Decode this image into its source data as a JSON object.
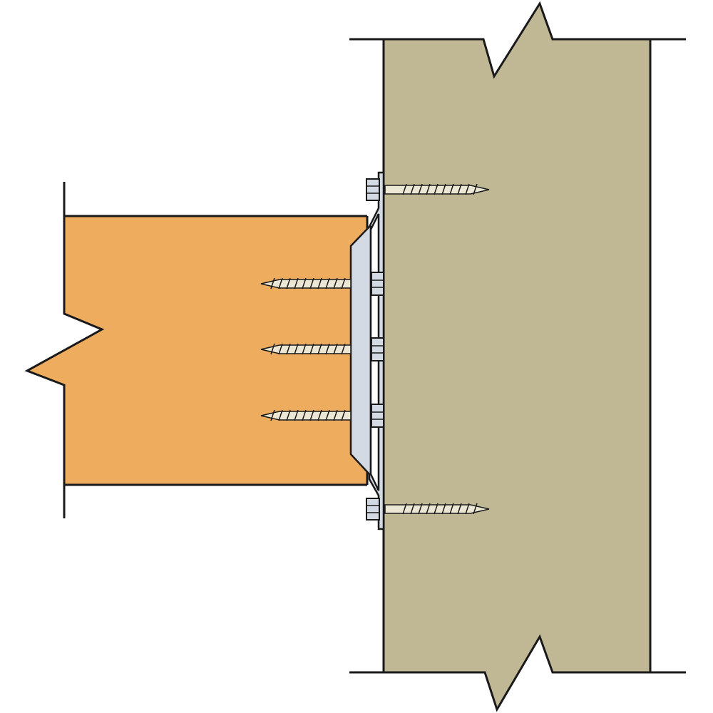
{
  "diagram": {
    "colors": {
      "post": "#c0b895",
      "beam": "#eeac5e",
      "bracket": "#d3dae4",
      "screw": "#ece6d4",
      "outline": "#1a1a1a"
    },
    "beam_screws": 3,
    "post_screws": 2,
    "nuts": 3
  }
}
